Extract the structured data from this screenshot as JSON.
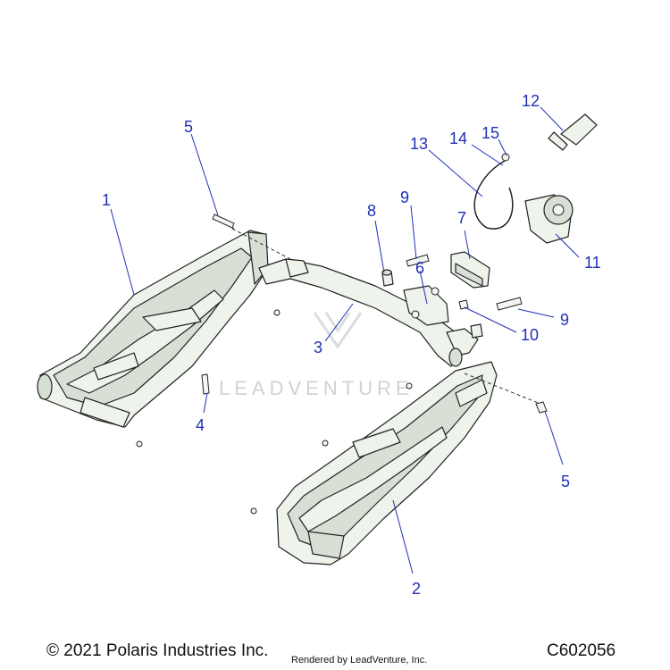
{
  "footer": {
    "copyright": "© 2021 Polaris Industries Inc.",
    "rendered_by": "Rendered by LeadVenture, Inc.",
    "diagram_code": "C602056"
  },
  "watermark": {
    "text": "LEADVENTURE"
  },
  "callouts": {
    "c1": "1",
    "c2": "2",
    "c3": "3",
    "c4": "4",
    "c5a": "5",
    "c5b": "5",
    "c6": "6",
    "c7": "7",
    "c8": "8",
    "c9a": "9",
    "c9b": "9",
    "c10": "10",
    "c11": "11",
    "c12": "12",
    "c13": "13",
    "c14": "14",
    "c15": "15"
  },
  "colors": {
    "callout": "#1f2fb8",
    "part_fill": "#eef3ec",
    "outline": "#222222",
    "watermark": "#d2d2d2"
  }
}
